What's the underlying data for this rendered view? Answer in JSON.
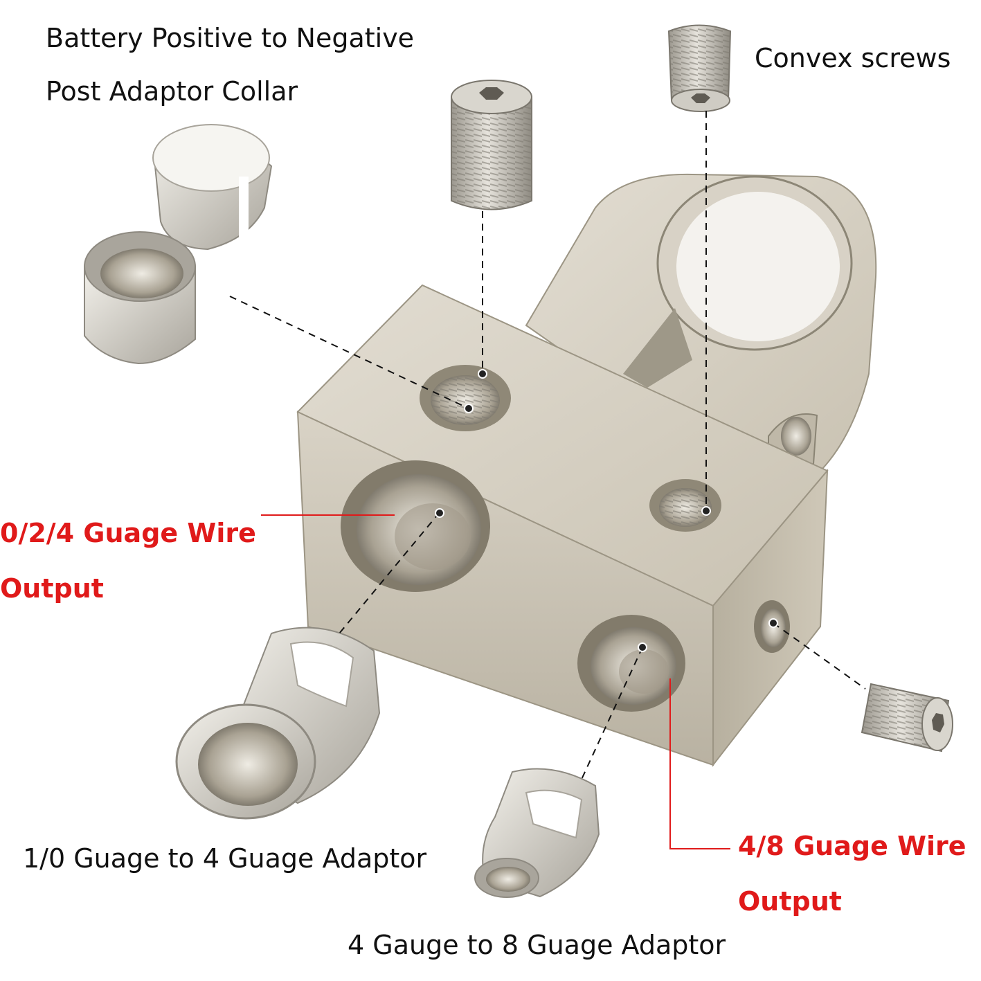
{
  "labels": {
    "collar_line1": "Battery Positive to Negative",
    "collar_line2": "Post Adaptor Collar",
    "convex_screws": "Convex screws",
    "output_024_line1": "0/2/4 Guage Wire",
    "output_024_line2": "Output",
    "adaptor_10_to_4": "1/0 Guage to 4 Guage Adaptor",
    "output_48_line1": "4/8 Guage Wire",
    "output_48_line2": "Output",
    "adaptor_4_to_8": "4 Gauge to 8 Guage Adaptor"
  },
  "colors": {
    "accent_red": "#e01a1a",
    "label_text": "#111111",
    "metal": "#cfc8b8"
  }
}
